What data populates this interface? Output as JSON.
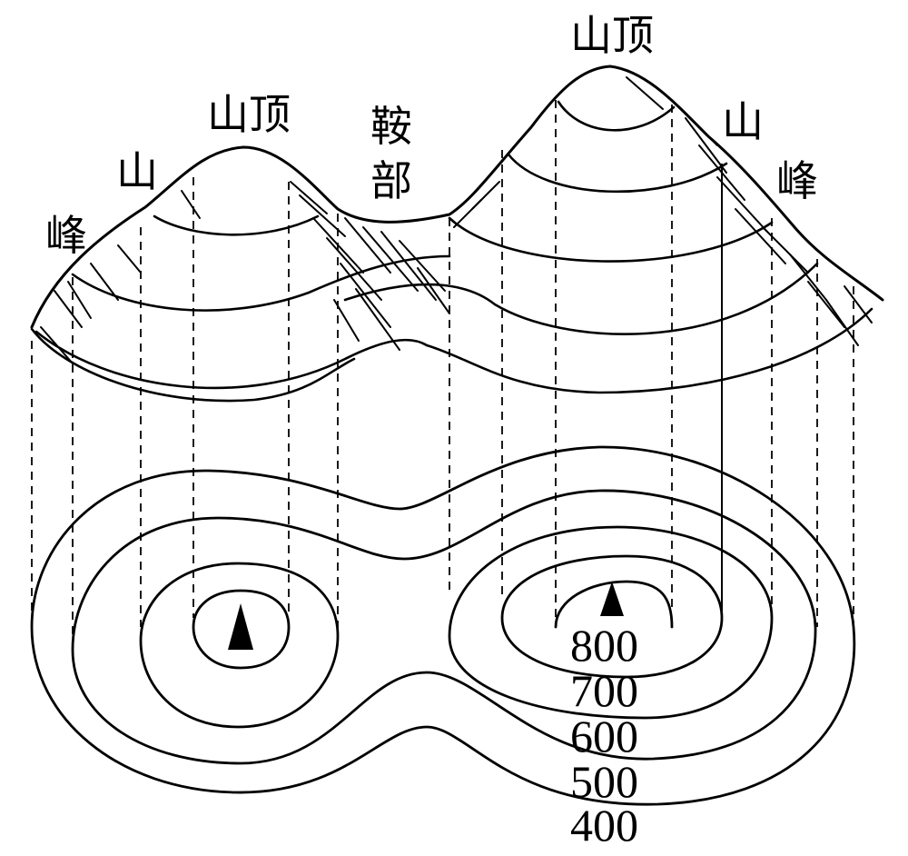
{
  "labels": {
    "summit_left": "山顶",
    "summit_right": "山顶",
    "saddle_line1": "鞍",
    "saddle_line2": "部",
    "peak_left_line1": "山",
    "peak_left_line2": "峰",
    "peak_right_line1": "山",
    "peak_right_line2": "峰"
  },
  "contour_values": [
    "800",
    "700",
    "600",
    "500",
    "400"
  ]
}
